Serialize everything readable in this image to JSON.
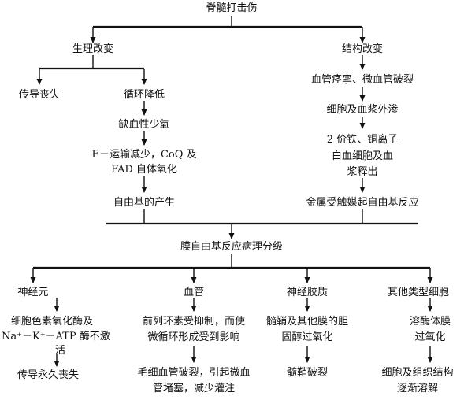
{
  "diagram": {
    "title": "脊髓打击伤",
    "left_branch": {
      "heading": "生理改变",
      "conduction": "传导丧失",
      "circulation": "循环降低",
      "hypoxia": "缺血性少氧",
      "electron_line1": "E－运输减少，CoQ 及",
      "electron_line2": "FAD 自体氧化",
      "free_radical": "自由基的产生"
    },
    "right_branch": {
      "heading": "结构改变",
      "vessel": "血管痉挛、微血管破裂",
      "exudate": "细胞及血浆外渗",
      "ions": "2 价铁、铜离子",
      "leukocyte_line1": "白血细胞及血",
      "leukocyte_line2": "浆释出",
      "metal": "金属受触媒起自由基反应"
    },
    "middle": "膜自由基反应病理分级",
    "bottom": {
      "neuron": {
        "heading": "神经元",
        "line1": "细胞色素氧化酶及",
        "line2": "Na⁺－K⁺－ATP 酶不激",
        "line3": "活",
        "result": "传导永久丧失"
      },
      "vessel": {
        "heading": "血管",
        "line1": "前列环素受抑制，而使",
        "line2": "微循环形成受到影响",
        "result_line1": "毛细血管破裂，引起微血",
        "result_line2": "管堵塞，减少灌注"
      },
      "glia": {
        "heading": "神经胶质",
        "line1": "髓鞘及其他膜的胆",
        "line2": "固醇过氧化",
        "result": "髓鞘破裂"
      },
      "other": {
        "heading": "其他类型细胞",
        "line1": "溶酶体膜",
        "line2": "过氧化",
        "result_line1": "细胞及组织结构",
        "result_line2": "逐渐溶解"
      }
    }
  }
}
